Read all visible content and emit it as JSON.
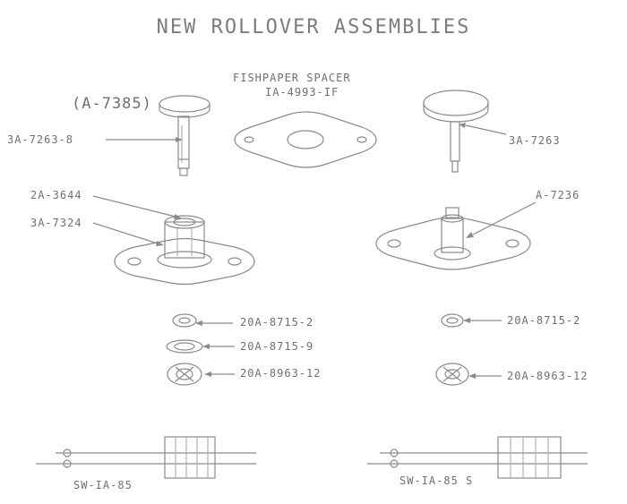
{
  "title": "NEW ROLLOVER ASSEMBLIES",
  "labels": {
    "a7385": "(A-7385)",
    "p3a72638": "3A-7263-8",
    "fishpaper_line1": "FISHPAPER SPACER",
    "fishpaper_line2": "IA-4993-IF",
    "p3a7263": "3A-7263",
    "p2a3644": "2A-3644",
    "p3a7324": "3A-7324",
    "a7236": "A-7236",
    "left_washer1": "20A-8715-2",
    "left_washer2": "20A-8715-9",
    "left_lockwasher": "20A-8963-12",
    "right_washer1": "20A-8715-2",
    "right_lockwasher": "20A-8963-12",
    "sw_left": "SW-IA-85",
    "sw_right": "SW-IA-85 S"
  }
}
